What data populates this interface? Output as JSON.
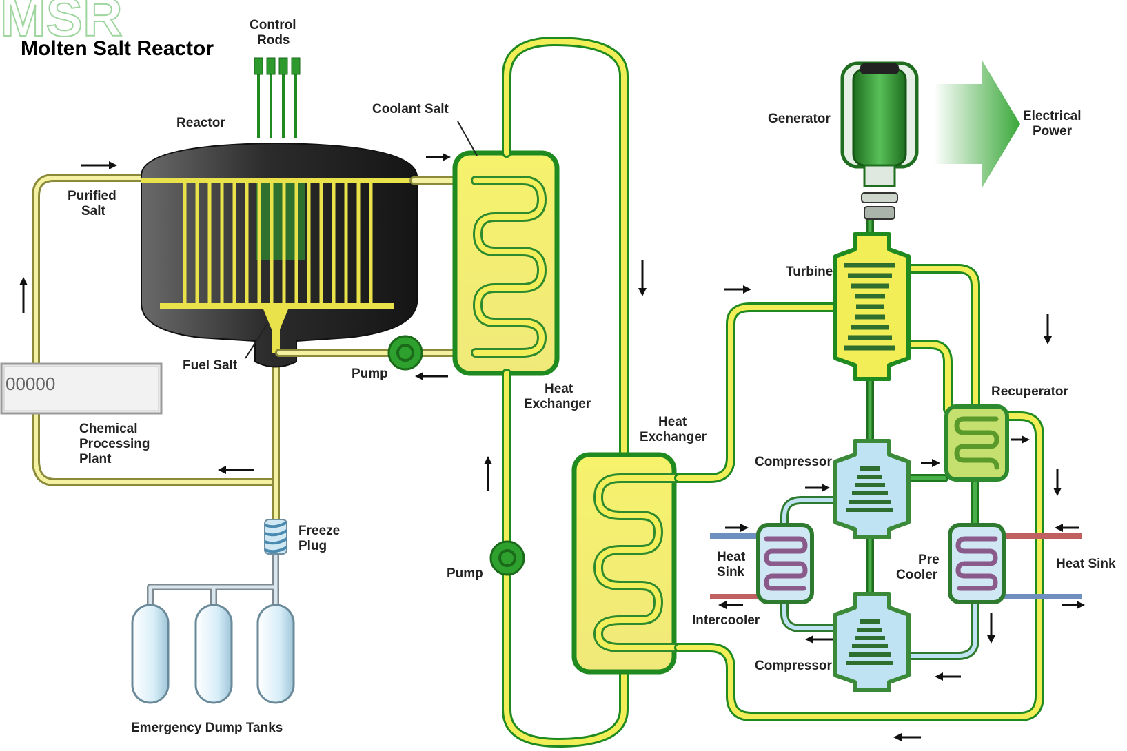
{
  "logo": {
    "text": "MSR"
  },
  "title": "Molten Salt Reactor",
  "labels": {
    "control_rods": [
      "Control",
      "Rods"
    ],
    "reactor": "Reactor",
    "coolant_salt": "Coolant Salt",
    "purified_salt": [
      "Purified",
      "Salt"
    ],
    "fuel_salt": "Fuel Salt",
    "pump_primary": "Pump",
    "heat_exchanger_primary": [
      "Heat",
      "Exchanger"
    ],
    "chemical_processing_plant": [
      "Chemical",
      "Processing",
      "Plant"
    ],
    "processing_display": "00000",
    "freeze_plug": [
      "Freeze",
      "Plug"
    ],
    "emergency_dump_tanks": "Emergency Dump Tanks",
    "pump_secondary": "Pump",
    "heat_exchanger_secondary": [
      "Heat",
      "Exchanger"
    ],
    "generator": "Generator",
    "electrical_power": [
      "Electrical",
      "Power"
    ],
    "turbine": "Turbine",
    "recuperator": "Recuperator",
    "compressor_top": "Compressor",
    "compressor_bottom": "Compressor",
    "heat_sink_left": [
      "Heat",
      "Sink"
    ],
    "intercooler": "Intercooler",
    "pre_cooler": [
      "Pre",
      "Cooler"
    ],
    "heat_sink_right": "Heat Sink"
  },
  "colors": {
    "coolant_yellow": "#f1ee57",
    "outline_green": "#1f8a1f",
    "reactor_vessel": "#3a3a3a",
    "gas_blue": "#bfe3f2",
    "hot_red": "#c0504d",
    "cold_blue": "#5b7fb5"
  }
}
